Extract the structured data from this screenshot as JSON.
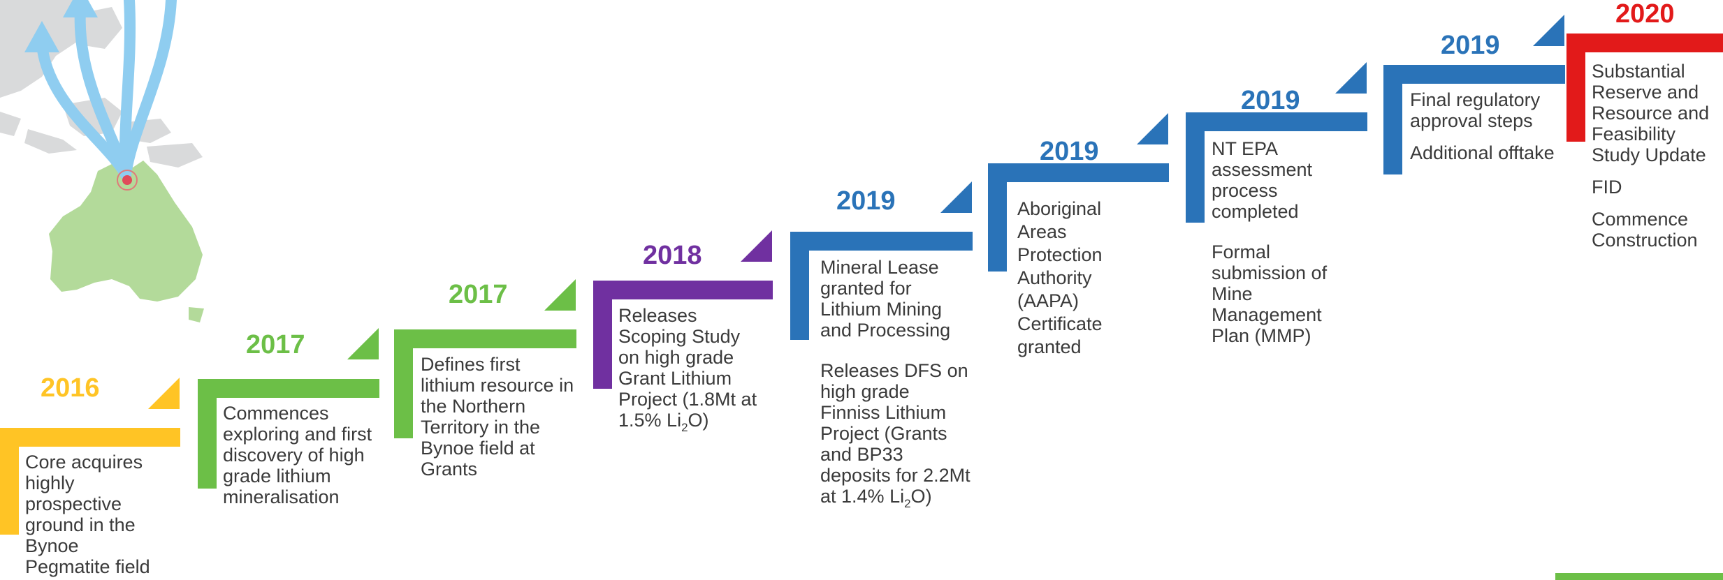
{
  "colors": {
    "yellow": "#FFC425",
    "green": "#6CBF47",
    "purple": "#7030A0",
    "blue": "#2A73B8",
    "red": "#E21A1A",
    "text": "#3a3a3a"
  },
  "milestones": [
    {
      "year": "2016",
      "color": "yellow",
      "items": [
        "Core acquires highly prospective ground in the Bynoe Pegmatite field"
      ]
    },
    {
      "year": "2017",
      "color": "green",
      "items": [
        "Commences exploring and first discovery of high grade lithium mineralisation"
      ]
    },
    {
      "year": "2017",
      "color": "green",
      "items": [
        "Defines first lithium resource in the Northern Territory in the Bynoe field at Grants"
      ]
    },
    {
      "year": "2018",
      "color": "purple",
      "items": [
        "Releases Scoping Study on high grade Grant Lithium Project (1.8Mt at 1.5% Li2O)"
      ]
    },
    {
      "year": "2019",
      "color": "blue",
      "items": [
        "Mineral Lease granted for Lithium Mining and Processing",
        "Releases DFS on high grade Finniss Lithium Project (Grants and BP33 deposits for 2.2Mt at 1.4% Li2O)"
      ]
    },
    {
      "year": "2019",
      "color": "blue",
      "items": [
        "Aboriginal Areas Protection Authority (AAPA) Certificate granted"
      ]
    },
    {
      "year": "2019",
      "color": "blue",
      "items": [
        "NT EPA assessment process completed",
        "Formal submission of Mine Management Plan (MMP)"
      ]
    },
    {
      "year": "2019",
      "color": "blue",
      "items": [
        "Final regulatory approval steps",
        "Additional offtake"
      ]
    },
    {
      "year": "2020",
      "color": "red",
      "items": [
        "Substantial Reserve and Resource and Feasibility Study Update",
        "FID",
        "Commence Construction"
      ]
    }
  ]
}
